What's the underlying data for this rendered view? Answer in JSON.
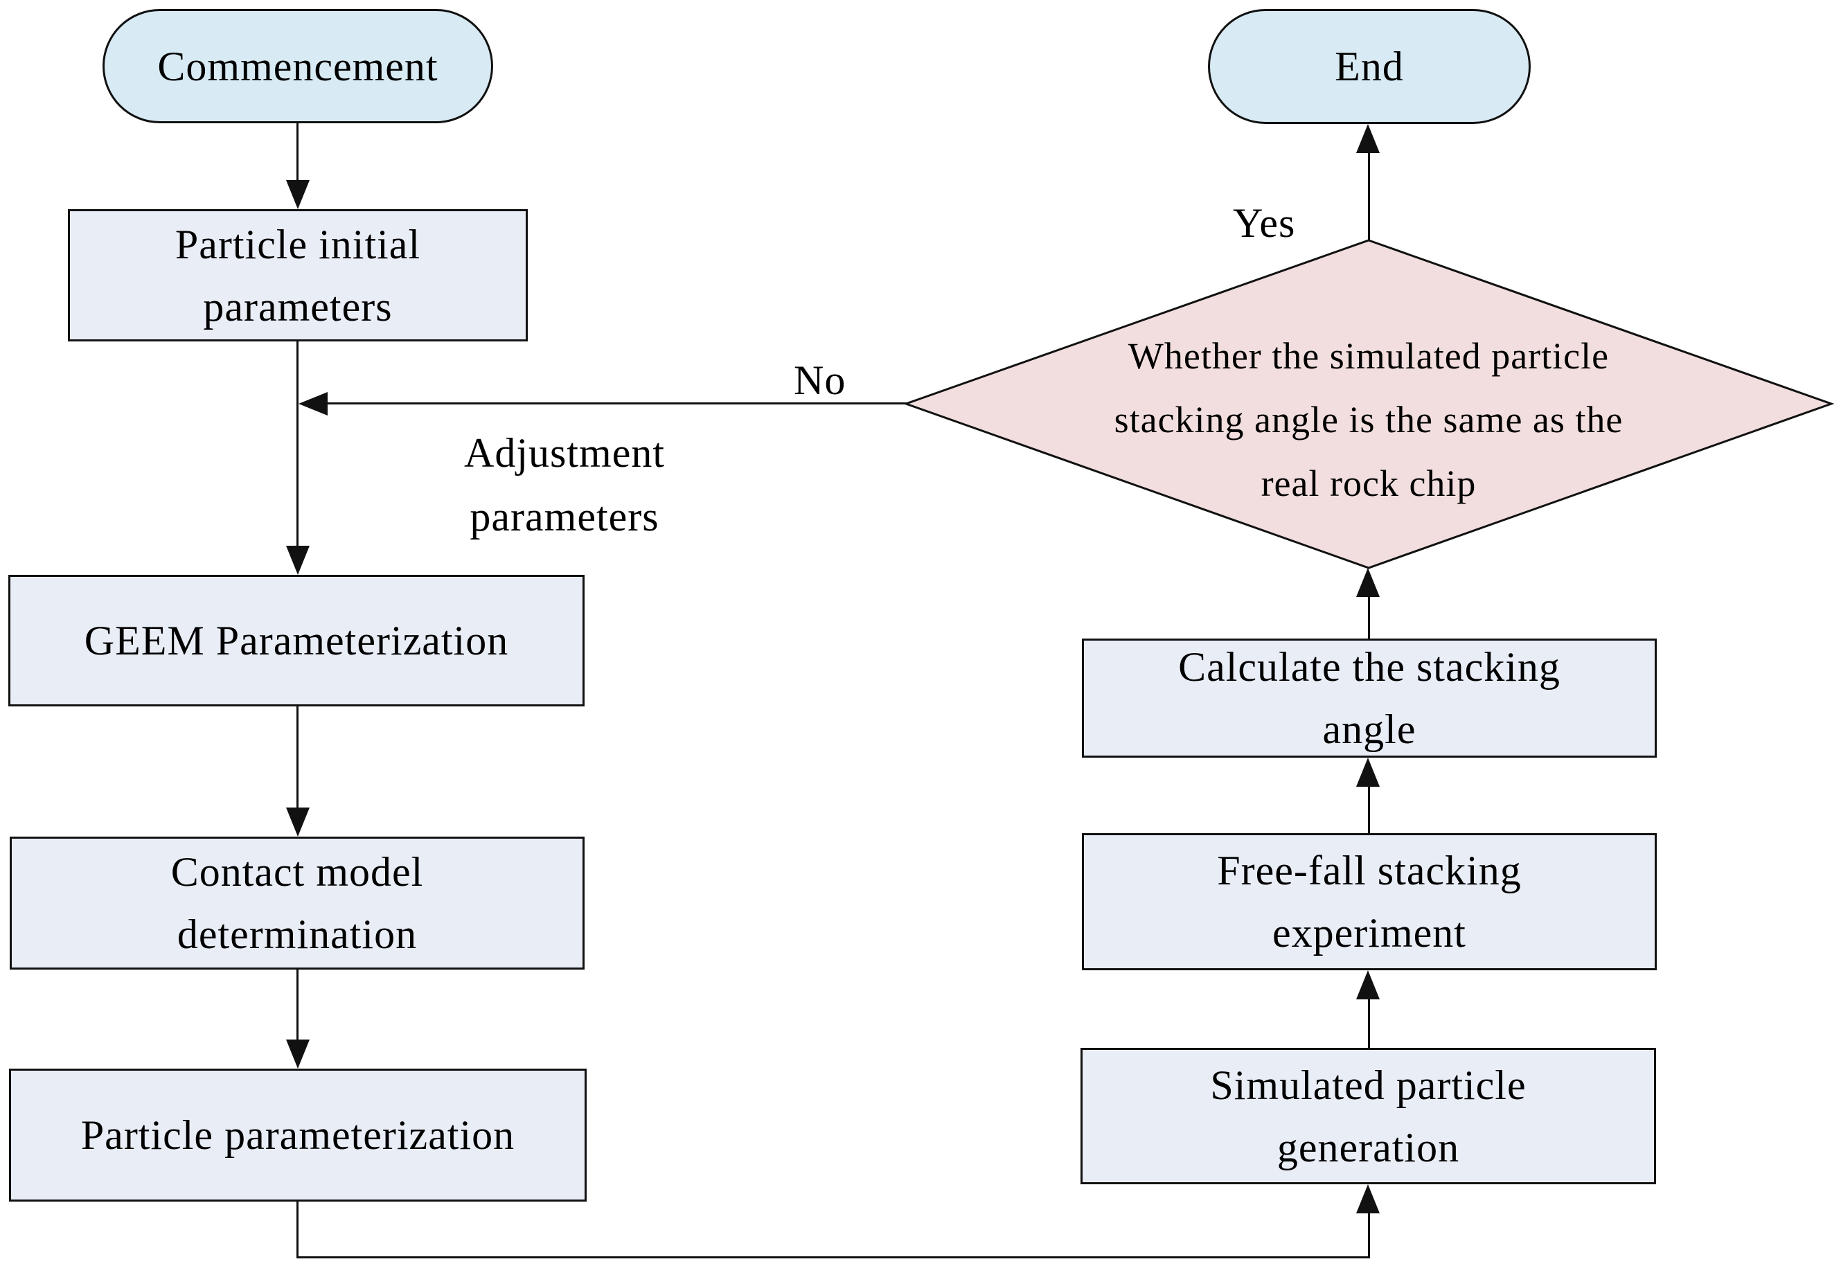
{
  "diagram": {
    "background": "#ffffff",
    "colors": {
      "terminator_fill": "#d8eaf3",
      "process_fill": "#e9edf6",
      "decision_fill": "#f2dede",
      "stroke": "#111111"
    },
    "nodes": {
      "commencement": "Commencement",
      "particle_initial": [
        "Particle initial",
        "parameters"
      ],
      "geem": "GEEM Parameterization",
      "contact_model": [
        "Contact model",
        "determination"
      ],
      "particle_parameterization": "Particle parameterization",
      "simulated_generation": [
        "Simulated particle",
        "generation"
      ],
      "free_fall": [
        "Free-fall stacking",
        "experiment"
      ],
      "calculate_angle": [
        "Calculate the stacking",
        "angle"
      ],
      "decision": [
        "Whether the simulated particle",
        "stacking angle is the same as the",
        "real rock chip"
      ],
      "end": "End"
    },
    "edge_labels": {
      "yes": "Yes",
      "no": "No",
      "adjustment": [
        "Adjustment",
        "parameters"
      ]
    }
  }
}
